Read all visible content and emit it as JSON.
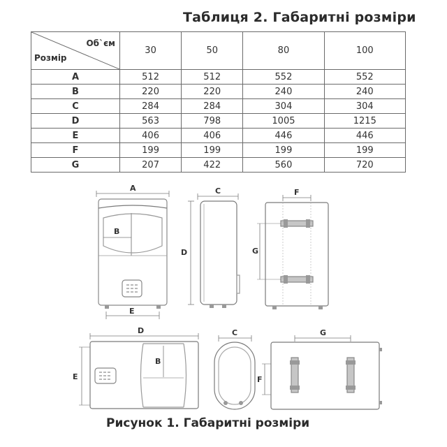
{
  "table": {
    "title": "Таблиця 2. Габаритні розміри",
    "corner_volume": "Об`єм",
    "corner_size": "Розмір",
    "columns": [
      "30",
      "50",
      "80",
      "100"
    ],
    "rows": [
      {
        "label": "A",
        "values": [
          "512",
          "512",
          "552",
          "552"
        ]
      },
      {
        "label": "B",
        "values": [
          "220",
          "220",
          "240",
          "240"
        ]
      },
      {
        "label": "C",
        "values": [
          "284",
          "284",
          "304",
          "304"
        ]
      },
      {
        "label": "D",
        "values": [
          "563",
          "798",
          "1005",
          "1215"
        ]
      },
      {
        "label": "E",
        "values": [
          "406",
          "406",
          "446",
          "446"
        ]
      },
      {
        "label": "F",
        "values": [
          "199",
          "199",
          "199",
          "199"
        ]
      },
      {
        "label": "G",
        "values": [
          "207",
          "422",
          "560",
          "720"
        ]
      }
    ]
  },
  "figure": {
    "caption": "Рисунок 1. Габаритні розміри",
    "labels": {
      "a": "A",
      "b": "B",
      "c": "C",
      "d": "D",
      "e": "E",
      "f": "F",
      "g": "G"
    }
  }
}
